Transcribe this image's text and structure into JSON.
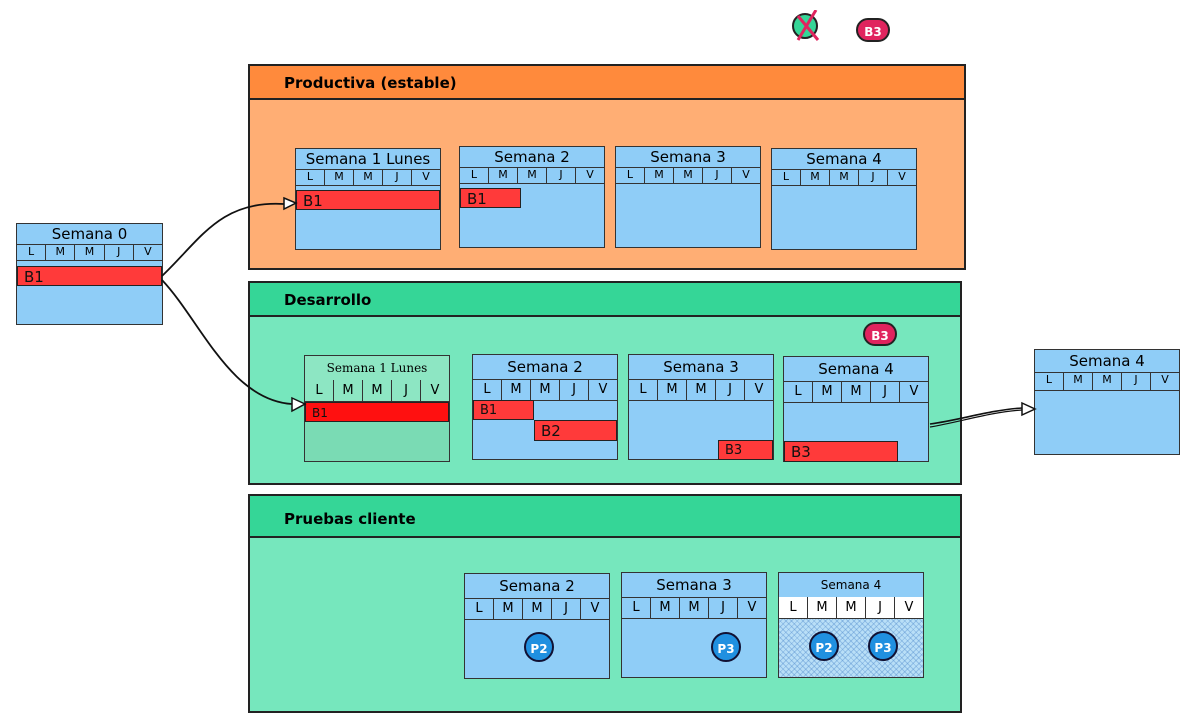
{
  "days": [
    "L",
    "M",
    "M",
    "J",
    "V"
  ],
  "top_badges": {
    "crossed_label": "",
    "badge": "B3"
  },
  "panels": {
    "productiva": "Productiva (estable)",
    "desarrollo": "Desarrollo",
    "pruebas": "Pruebas cliente"
  },
  "weeks": {
    "w0": "Semana 0",
    "p1": "Semana 1 Lunes",
    "p2": "Semana 2",
    "p3": "Semana 3",
    "p4": "Semana 4",
    "d1": "Semana 1 Lunes",
    "d2": "Semana 2",
    "d3": "Semana 3",
    "d4": "Semana 4",
    "ext4": "Semana 4",
    "t2": "Semana 2",
    "t3": "Semana 3",
    "t4": "Semana 4"
  },
  "bars": {
    "w0_b1": "B1",
    "p1_b1": "B1",
    "p2_b1": "B1",
    "d1_b1": "B1",
    "d2_b1": "B1",
    "d2_b2": "B2",
    "d3_b3": "B3",
    "d4_b3": "B3"
  },
  "desarrollo_badge": "B3",
  "circles": {
    "t2_p2": "P2",
    "t3_p3": "P3",
    "t4_p2": "P2",
    "t4_p3": "P3"
  },
  "colors": {
    "productiva_head": "#ff8a3c",
    "productiva_body": "#ffae74",
    "green_head": "#35d697",
    "green_body": "#76e7bd",
    "week": "#8fcdf7",
    "bar": "#ff3a3a",
    "badge": "#e0245e",
    "circle": "#2090e0"
  }
}
